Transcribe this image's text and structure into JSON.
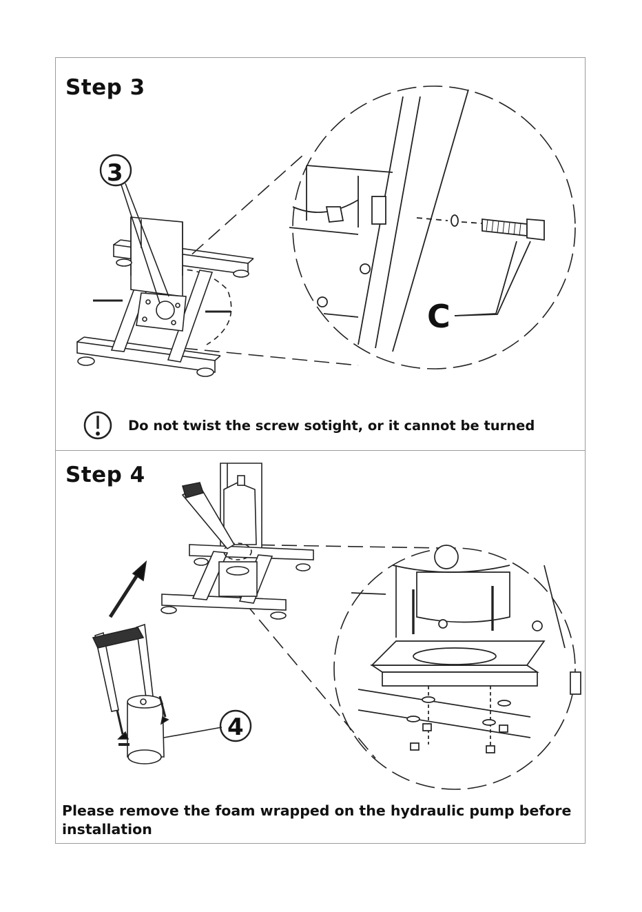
{
  "step3": {
    "title": "Step 3",
    "callout_part": "3",
    "detail_label": "C",
    "warning": "Do not twist the screw sotight, or it cannot be turned",
    "warning_icon": "exclamation-circle-icon"
  },
  "step4": {
    "title": "Step 4",
    "callout_part": "4",
    "note": "Please remove the foam wrapped on the hydraulic pump before installation",
    "arrow_icon": "up-right-arrow-icon"
  }
}
